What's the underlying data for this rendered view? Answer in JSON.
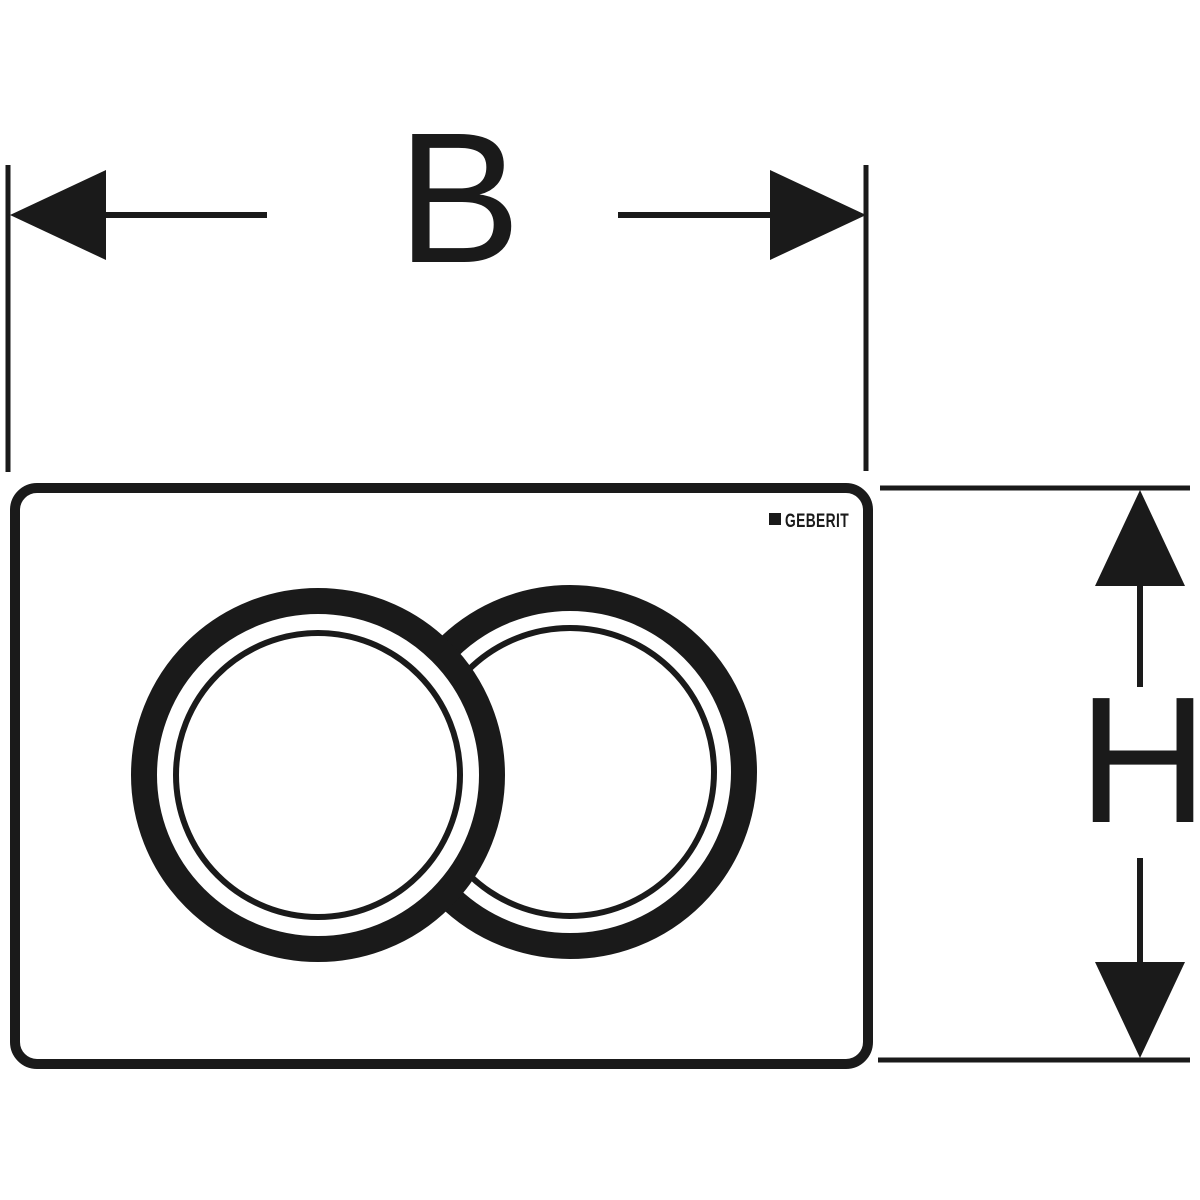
{
  "colors": {
    "ink": "#1a1a1a",
    "background": "#ffffff"
  },
  "dimensions": {
    "width_label": "B",
    "height_label": "H"
  },
  "logo": {
    "text": "GEBERIT"
  }
}
